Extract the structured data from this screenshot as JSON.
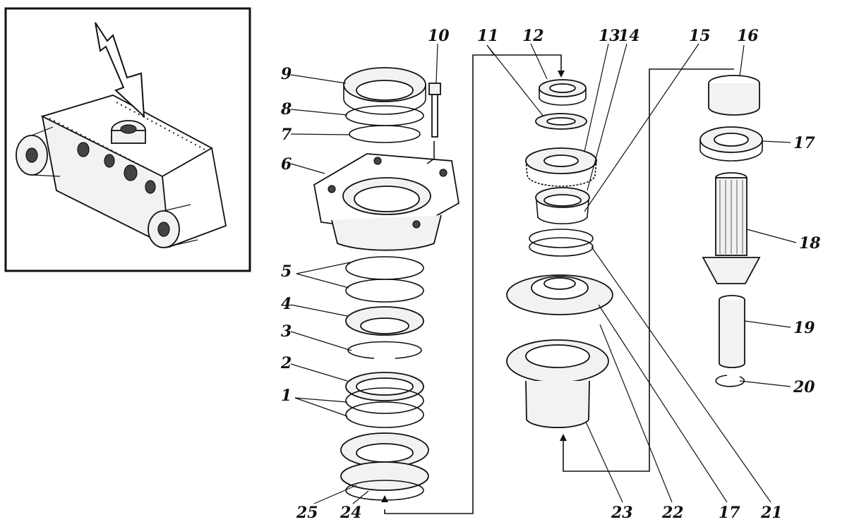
{
  "callouts": [
    {
      "id": "1",
      "text": "1"
    },
    {
      "id": "2",
      "text": "2"
    },
    {
      "id": "3",
      "text": "3"
    },
    {
      "id": "4",
      "text": "4"
    },
    {
      "id": "5",
      "text": "5"
    },
    {
      "id": "6",
      "text": "6"
    },
    {
      "id": "7",
      "text": "7"
    },
    {
      "id": "8",
      "text": "8"
    },
    {
      "id": "9",
      "text": "9"
    },
    {
      "id": "10",
      "text": "10"
    },
    {
      "id": "11",
      "text": "11"
    },
    {
      "id": "12",
      "text": "12"
    },
    {
      "id": "13",
      "text": "13"
    },
    {
      "id": "14",
      "text": "14"
    },
    {
      "id": "15",
      "text": "15"
    },
    {
      "id": "16",
      "text": "16"
    },
    {
      "id": "17a",
      "text": "17"
    },
    {
      "id": "17b",
      "text": "17"
    },
    {
      "id": "18",
      "text": "18"
    },
    {
      "id": "19",
      "text": "19"
    },
    {
      "id": "20",
      "text": "20"
    },
    {
      "id": "21",
      "text": "21"
    },
    {
      "id": "22",
      "text": "22"
    },
    {
      "id": "23",
      "text": "23"
    },
    {
      "id": "24",
      "text": "24"
    },
    {
      "id": "25",
      "text": "25"
    }
  ]
}
